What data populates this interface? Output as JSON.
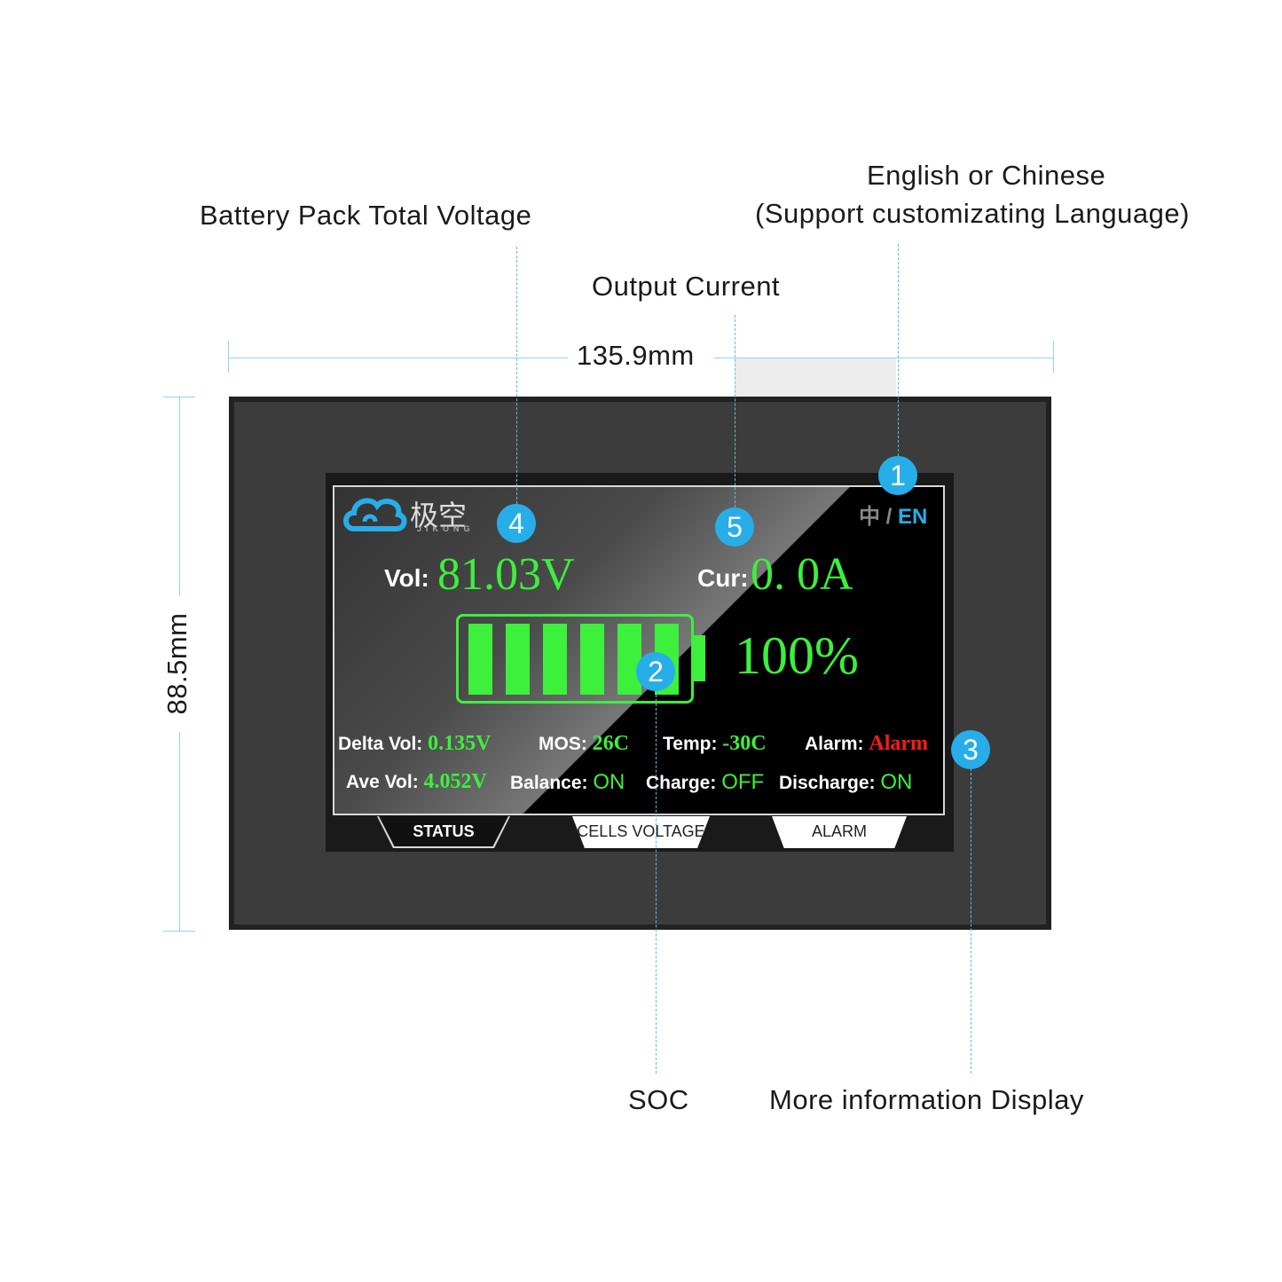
{
  "annotations": {
    "total_voltage": "Battery Pack Total Voltage",
    "language_line1": "English or Chinese",
    "language_line2": "(Support customizating Language)",
    "output_current": "Output Current",
    "soc": "SOC",
    "more_info": "More information Display"
  },
  "dimensions": {
    "width": "135.9mm",
    "height": "88.5mm"
  },
  "badges": [
    "1",
    "2",
    "3",
    "4",
    "5"
  ],
  "screen": {
    "logo": {
      "chinese": "极空",
      "latin": "JIKONG"
    },
    "language": {
      "zh": "中",
      "sep": "/",
      "en": "EN"
    },
    "voltage": {
      "label": "Vol:",
      "value": "81.03V"
    },
    "current": {
      "label": "Cur:",
      "value": "0. 0A"
    },
    "soc": {
      "value": "100%",
      "level": 1.0,
      "bars": 6
    },
    "stats": {
      "delta_vol": {
        "label": "Delta Vol:",
        "value": "0.135V"
      },
      "mos": {
        "label": "MOS:",
        "value": "26C"
      },
      "temp": {
        "label": "Temp:",
        "value": "-30C"
      },
      "alarm": {
        "label": "Alarm:",
        "value": "Alarm"
      },
      "ave_vol": {
        "label": "Ave Vol:",
        "value": "4.052V"
      },
      "balance": {
        "label": "Balance:",
        "value": "ON"
      },
      "charge": {
        "label": "Charge:",
        "value": "OFF"
      },
      "discharge": {
        "label": "Discharge:",
        "value": "ON"
      }
    },
    "tabs": [
      "STATUS",
      "CELLS VOLTAGE",
      "ALARM"
    ]
  },
  "colors": {
    "accent": "#27aee8",
    "value_green": "#3cf03c",
    "alarm_red": "#ff1a1a"
  }
}
